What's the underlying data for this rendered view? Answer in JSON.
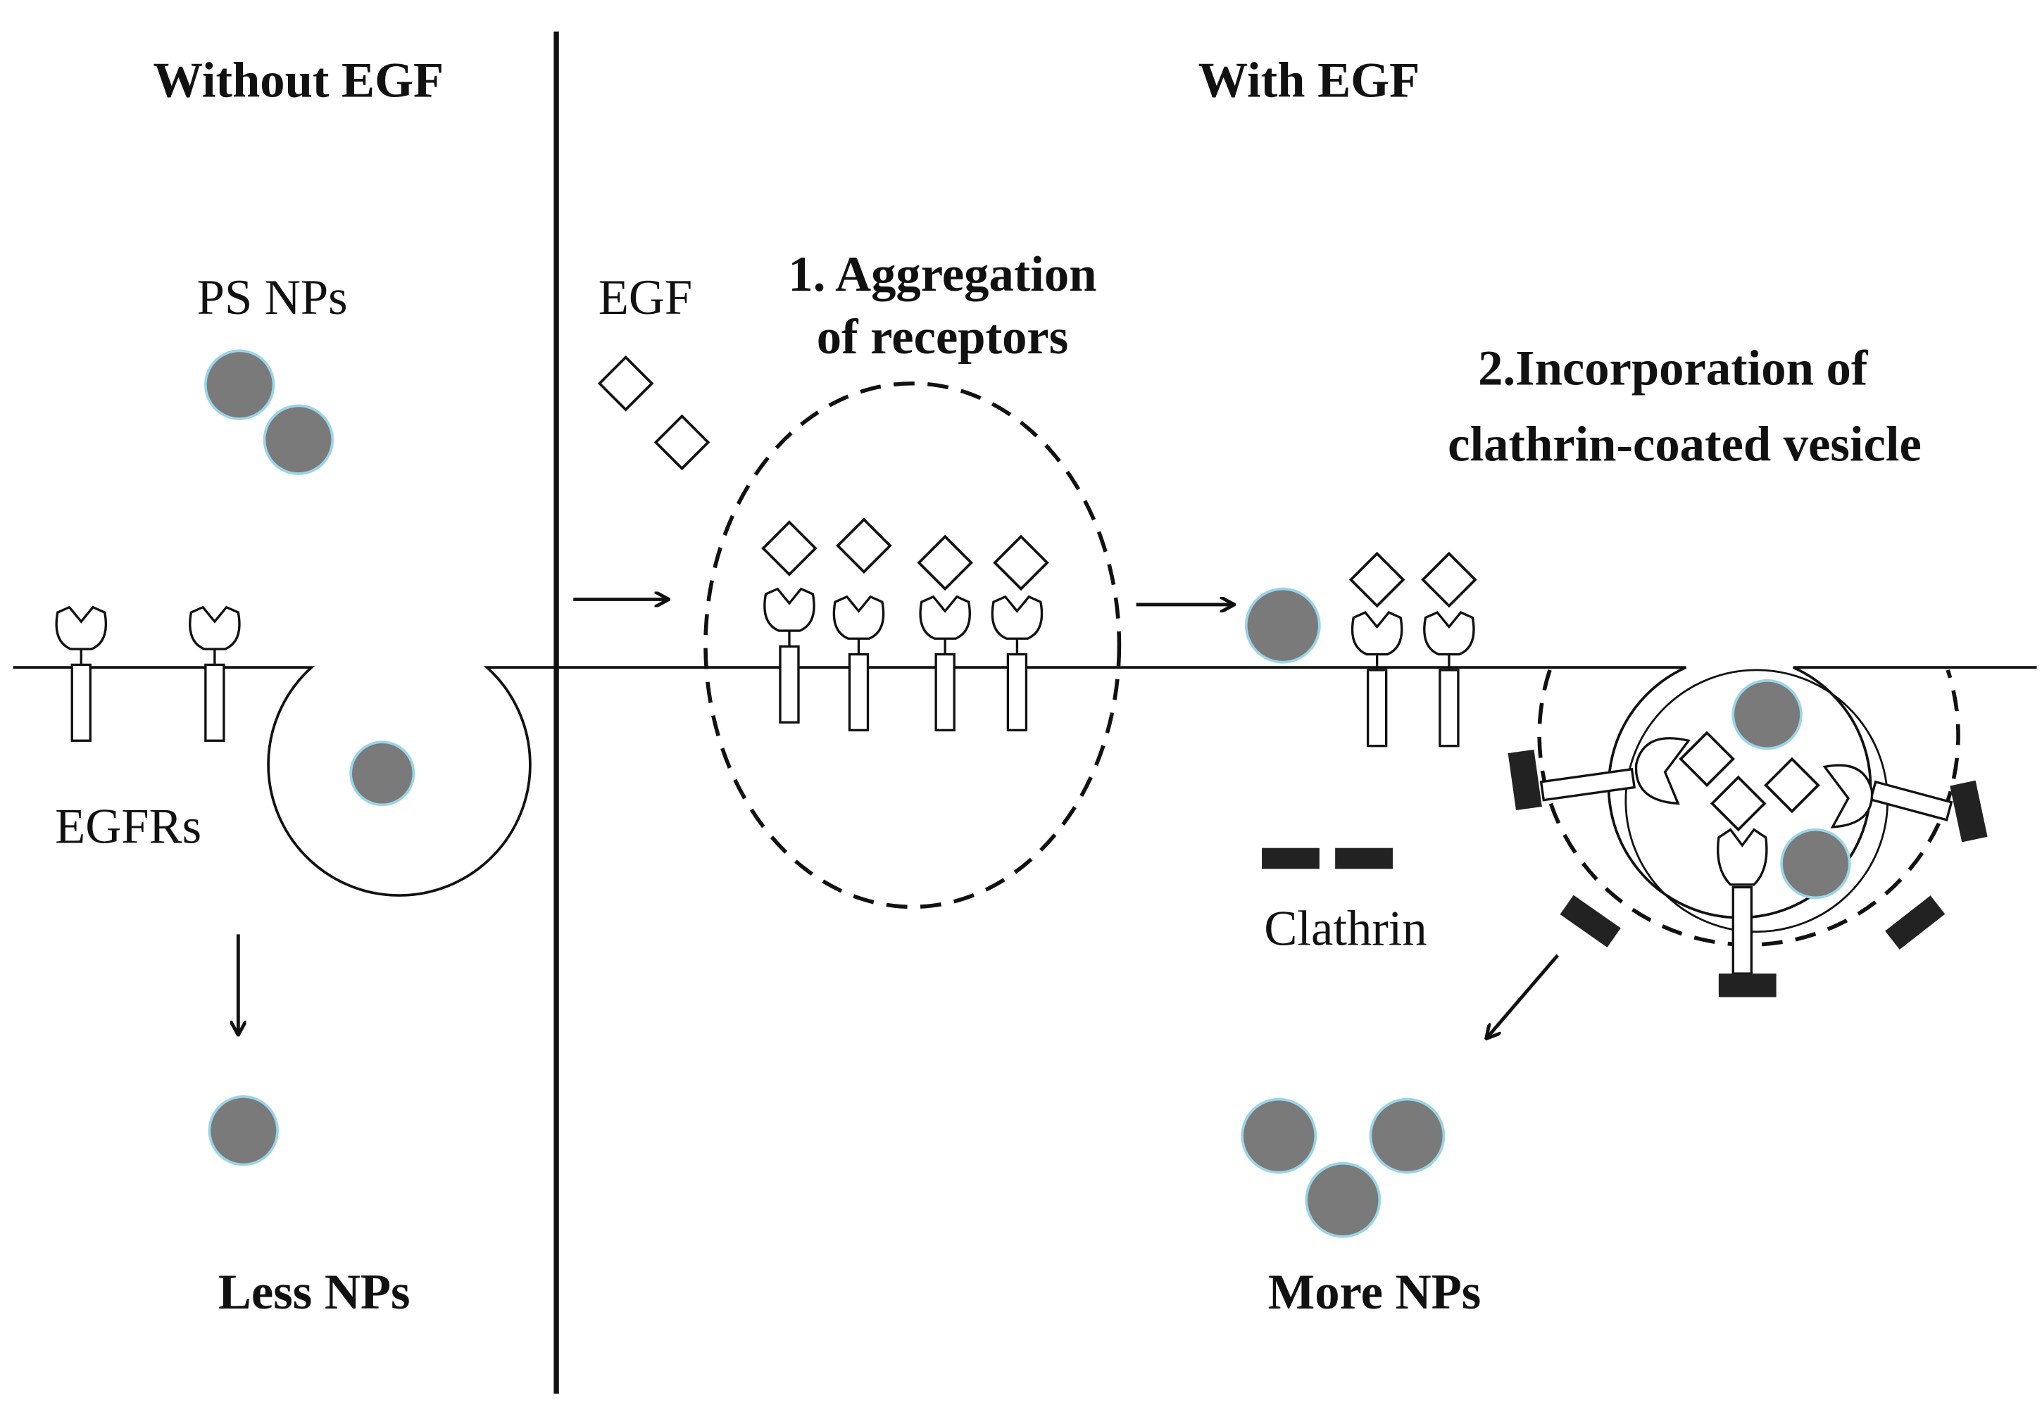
{
  "labels": {
    "without_egf": "Without EGF",
    "with_egf": "With EGF",
    "ps_nps": "PS NPs",
    "egfrs": "EGFRs",
    "less_nps": "Less NPs",
    "egf": "EGF",
    "step1_line1": "1. Aggregation",
    "step1_line2": "of receptors",
    "step2_line1": "2.Incorporation of",
    "step2_line2": "clathrin-coated vesicle",
    "clathrin": "Clathrin",
    "more_nps": "More NPs"
  },
  "colors": {
    "nanoparticle_fill": "#7a7a7a",
    "nanoparticle_edge": "#9ad4e8",
    "line": "#111111",
    "clathrin": "#222222"
  }
}
